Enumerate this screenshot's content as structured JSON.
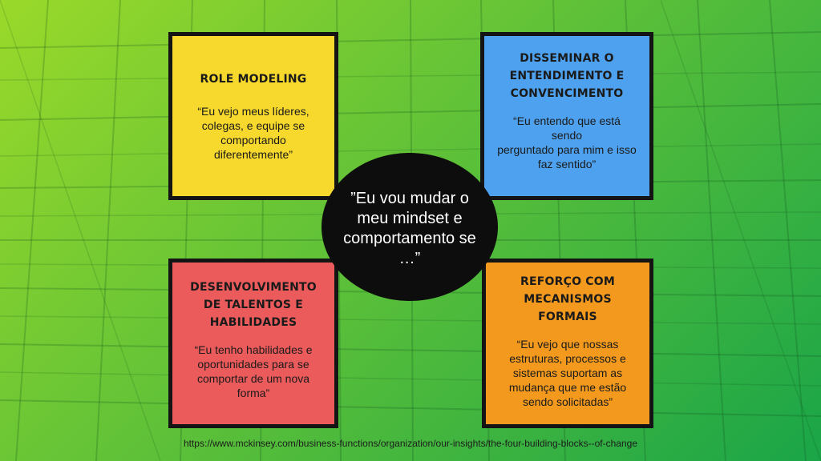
{
  "boxes": [
    {
      "title": "ROLE MODELING",
      "quote": "“Eu vejo meus líderes,\ncolegas, e equipe se\ncomportando\ndiferentemente”",
      "color": "#f7d82c"
    },
    {
      "title": "DISSEMINAR O\nENTENDIMENTO E\nCONVENCIMENTO",
      "quote": "“Eu entendo que está sendo\nperguntado para mim e isso\nfaz sentido”",
      "color": "#4ea1ee"
    },
    {
      "title": "DESENVOLVIMENTO\nDE TALENTOS E\nHABILIDADES",
      "quote": "“Eu tenho habilidades e\noportunidades para se\ncomportar de um nova\nforma”",
      "color": "#ec5b5b"
    },
    {
      "title": "REFORÇO COM\nMECANISMOS\nFORMAIS",
      "quote": "“Eu vejo que nossas\nestruturas, processos e\nsistemas suportam as\nmudança que me estão\nsendo solicitadas”",
      "color": "#f39a1e"
    }
  ],
  "center": {
    "text": "”Eu vou mudar o\nmeu mindset e\ncomportamento se\n…”"
  },
  "source": "https://www.mckinsey.com/business-functions/organization/our-insights/the-four-building-blocks--of-change",
  "background": {
    "gradient_from": "#9ad92a",
    "gradient_to": "#1aa548"
  }
}
